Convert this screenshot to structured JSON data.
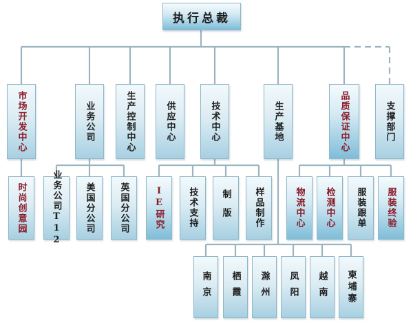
{
  "root": {
    "label": "执行总裁"
  },
  "departments": [
    {
      "id": "market",
      "label": "市场开发中心",
      "red": true,
      "children": [
        {
          "label": "时尚创意园",
          "red": true
        }
      ]
    },
    {
      "id": "business",
      "label": "业务公司",
      "red": false,
      "children": [
        {
          "label": "业务公司T12",
          "red": false
        },
        {
          "label": "美国分公司",
          "red": false
        },
        {
          "label": "英国分公司",
          "red": false
        }
      ]
    },
    {
      "id": "production-control",
      "label": "生产控制中心",
      "red": false,
      "children": []
    },
    {
      "id": "supply",
      "label": "供应中心",
      "red": false,
      "children": []
    },
    {
      "id": "tech",
      "label": "技术中心",
      "red": false,
      "children": [
        {
          "label": "IE研究",
          "red": true
        },
        {
          "label": "技术支持",
          "red": false
        },
        {
          "label": "制版",
          "red": false
        },
        {
          "label": "样品制作",
          "red": false
        }
      ]
    },
    {
      "id": "base",
      "label": "生产基地",
      "red": false,
      "children": [
        {
          "label": "南京",
          "red": false
        },
        {
          "label": "栖霞",
          "red": false
        },
        {
          "label": "滁州",
          "red": false
        },
        {
          "label": "凤阳",
          "red": false
        },
        {
          "label": "越南",
          "red": false
        },
        {
          "label": "柬埔寨",
          "red": false
        }
      ]
    },
    {
      "id": "quality",
      "label": "品质保证中心",
      "red": true,
      "children": [
        {
          "label": "物流中心",
          "red": true
        },
        {
          "label": "检测中心",
          "red": true
        },
        {
          "label": "服装跟单",
          "red": false
        },
        {
          "label": "服装终验",
          "red": true
        }
      ]
    },
    {
      "id": "support",
      "label": "支撑部门",
      "red": false,
      "dashed": true,
      "children": []
    }
  ]
}
